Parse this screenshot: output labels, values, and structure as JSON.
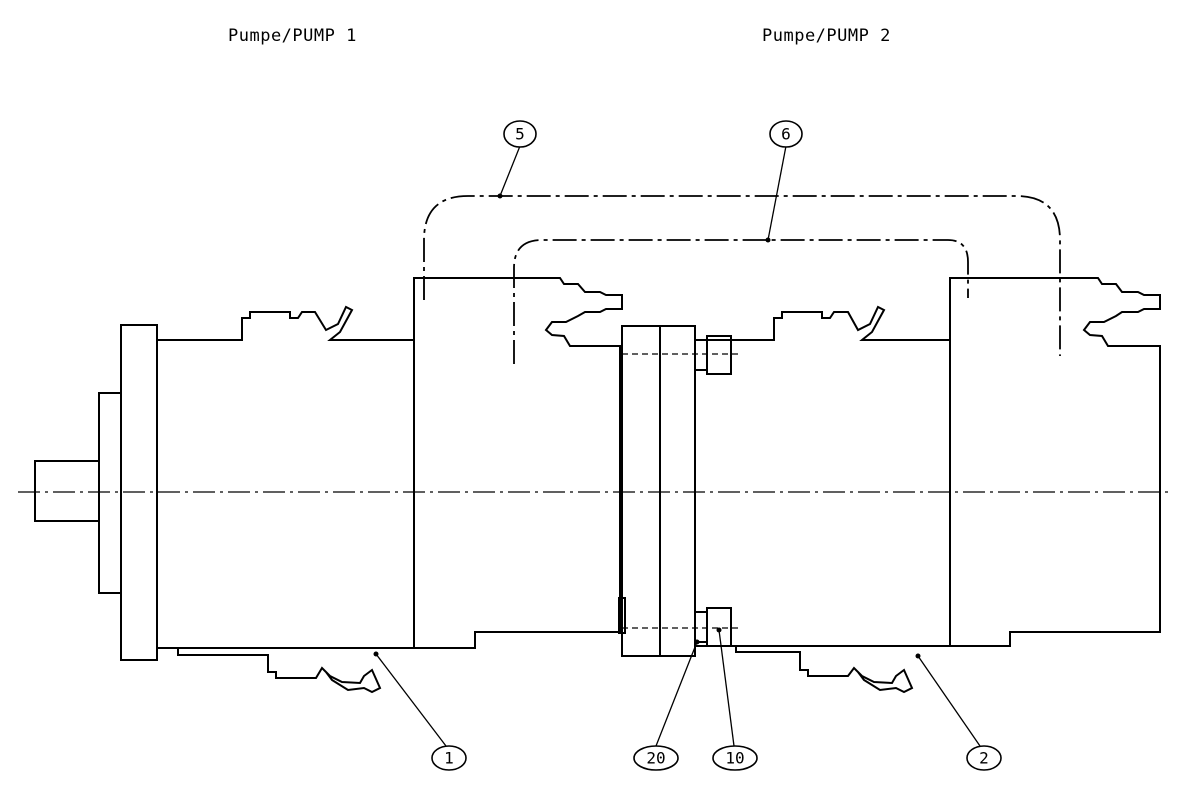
{
  "titles": {
    "pump1": "Pumpe/PUMP 1",
    "pump2": "Pumpe/PUMP 2"
  },
  "balloons": {
    "b1": "1",
    "b2": "2",
    "b5": "5",
    "b6": "6",
    "b10": "10",
    "b20": "20"
  }
}
